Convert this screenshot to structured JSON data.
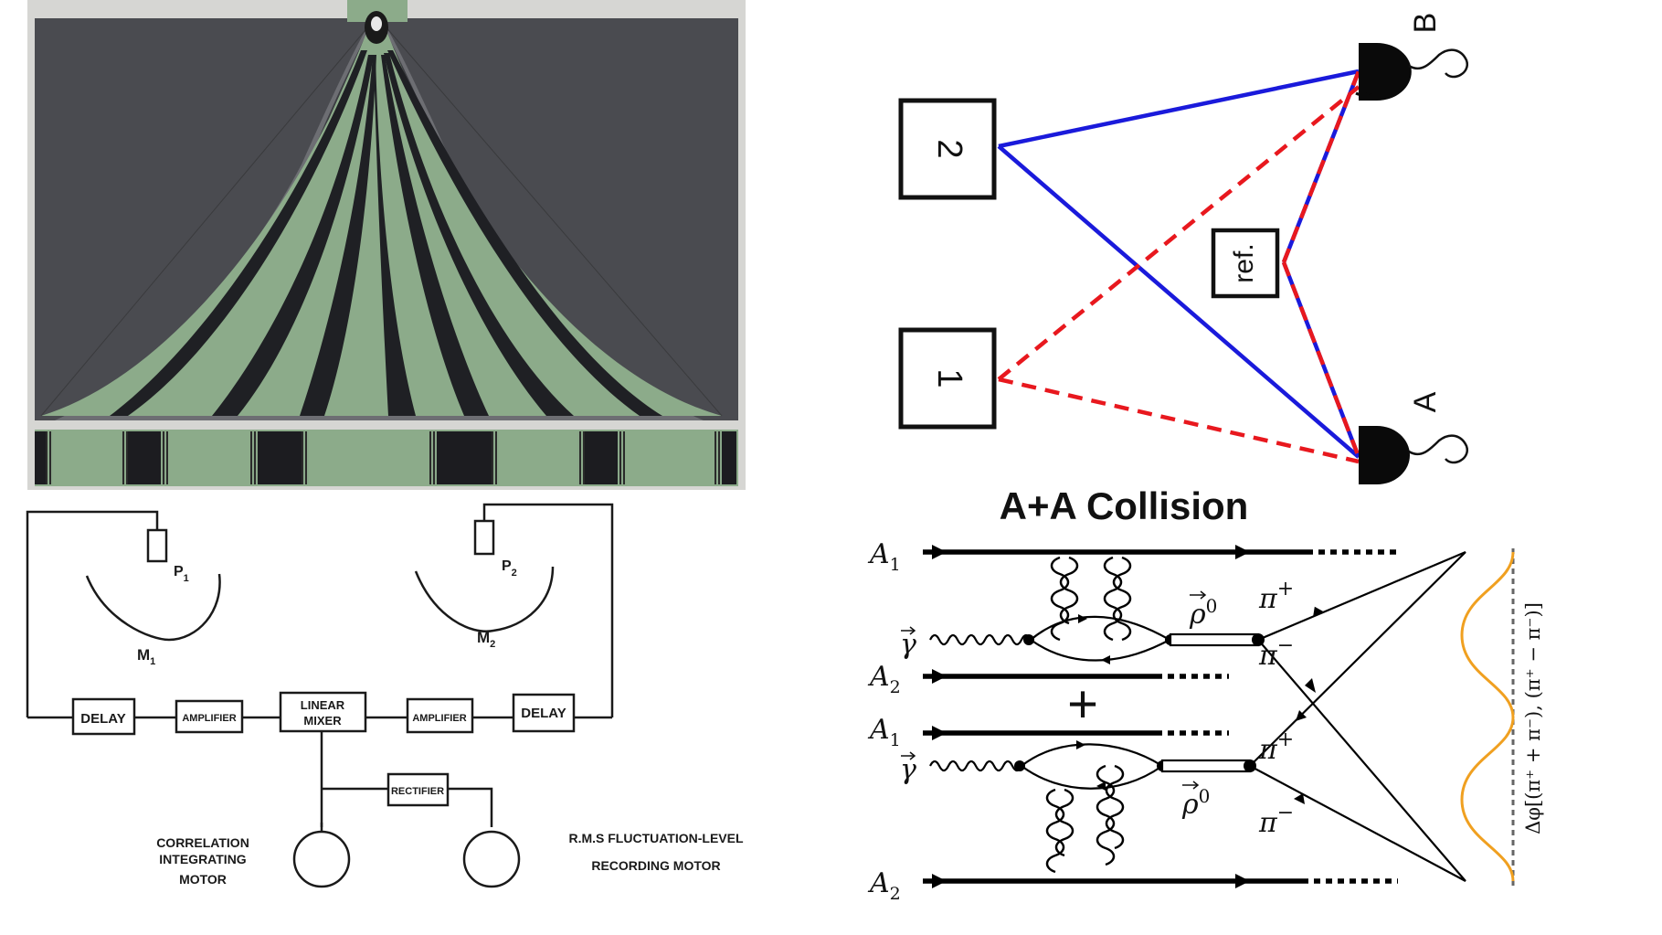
{
  "interference_panel": {
    "description_visible": false
  },
  "circuit_panel": {
    "p1": "P",
    "p1_sub": "1",
    "p2": "P",
    "p2_sub": "2",
    "m1": "M",
    "m1_sub": "1",
    "m2": "M",
    "m2_sub": "2",
    "delay_left": "DELAY",
    "amplifier_left": "AMPLIFIER",
    "linear_mixer_line1": "LINEAR",
    "linear_mixer_line2": "MIXER",
    "amplifier_right": "AMPLIFIER",
    "delay_right": "DELAY",
    "rectifier": "RECTIFIER",
    "corr_line1": "CORRELATION",
    "corr_line2": "INTEGRATING",
    "corr_line3": "MOTOR",
    "rms_line1": "R.M.S FLUCTUATION-LEVEL",
    "rms_line2": "RECORDING MOTOR"
  },
  "hbt_panel": {
    "source_1": "1",
    "source_2": "2",
    "ref": "ref.",
    "detector_a": "A",
    "detector_b": "B",
    "colors": {
      "blue": "#1a1adb",
      "red": "#e8181e"
    }
  },
  "collision_panel": {
    "title": "A+A Collision",
    "a1_top": "A",
    "a1_top_sub": "1",
    "a2_mid": "A",
    "a2_mid_sub": "2",
    "a1_mid": "A",
    "a1_mid_sub": "1",
    "a2_bot": "A",
    "a2_bot_sub": "2",
    "gamma": "γ",
    "rho": "ρ",
    "rho_sup": "0",
    "pi_plus": "π",
    "pi_plus_sup": "+",
    "pi_minus": "π",
    "pi_minus_sup": "−",
    "plus_sign": "+",
    "axis_label": "Δφ[(π⁺ + π⁻), (π⁺ − π⁻)]",
    "colors": {
      "orange": "#f0a020",
      "grey_dash": "#666666"
    }
  }
}
